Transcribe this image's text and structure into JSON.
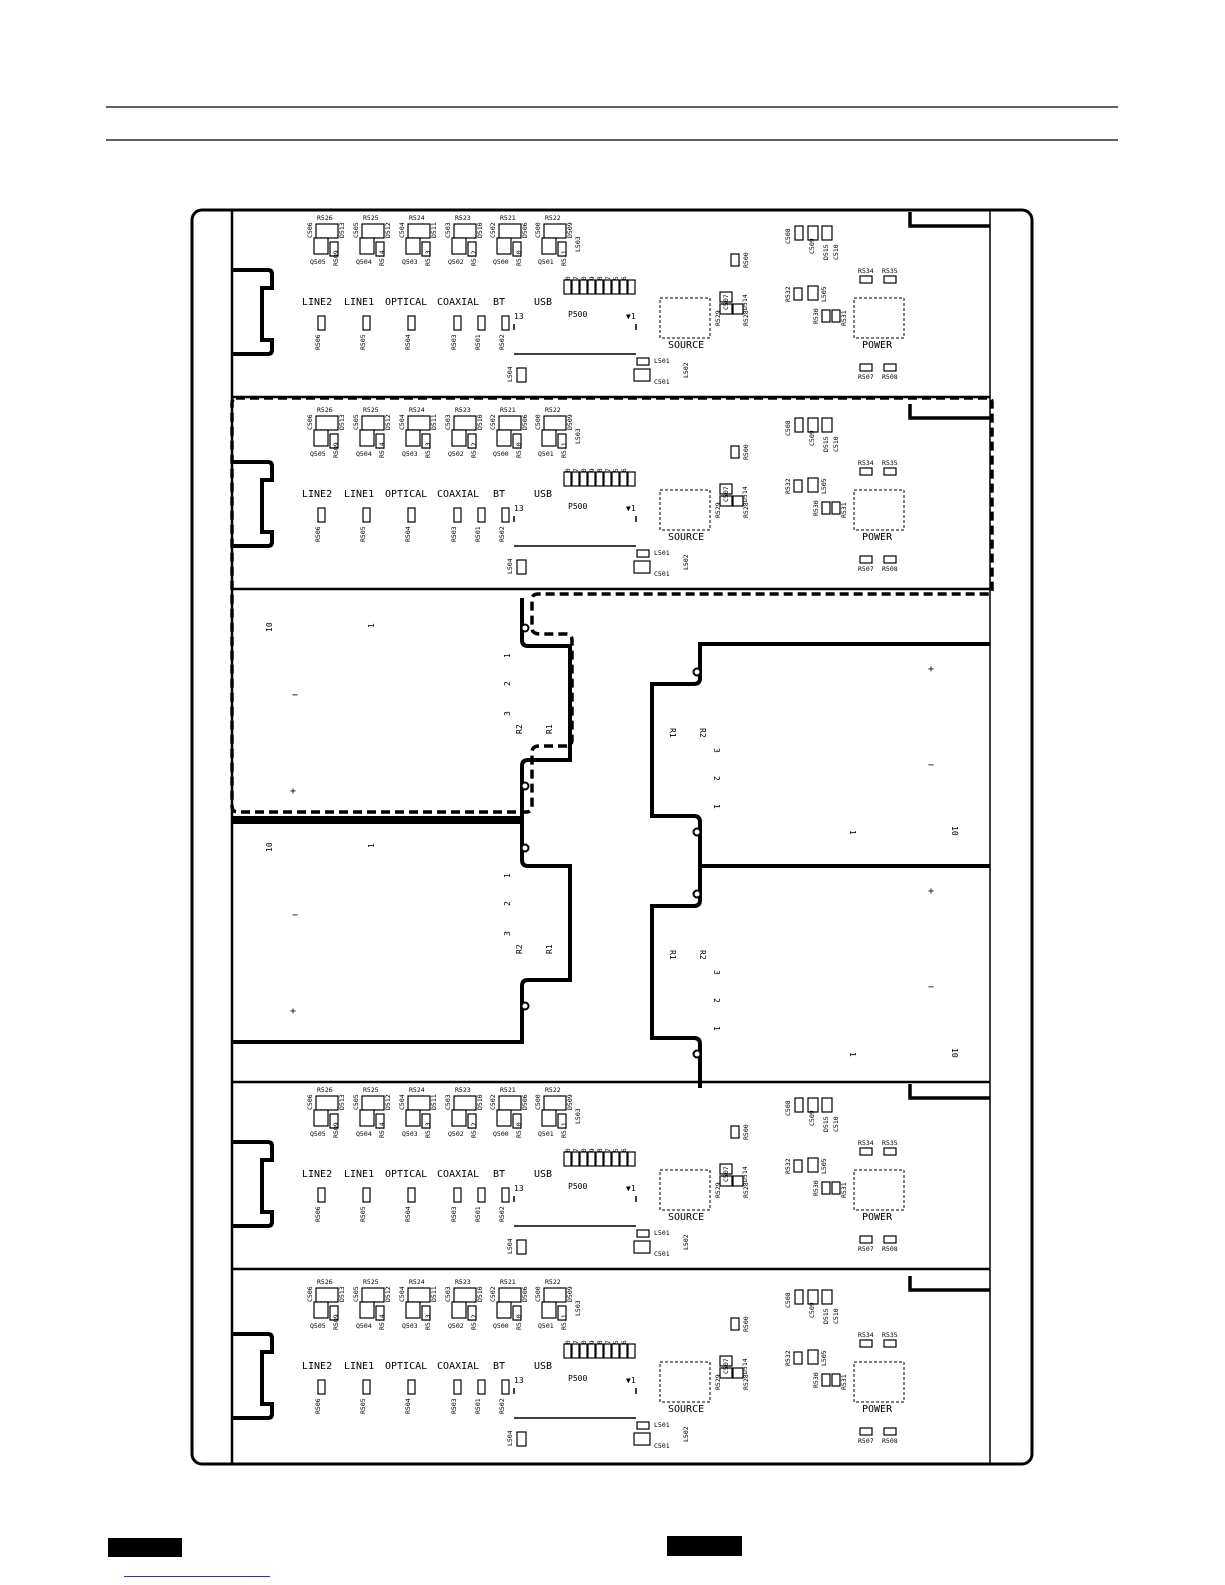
{
  "board": {
    "section_labels": [
      "LINE2",
      "LINE1",
      "OPTICAL",
      "COAXIAL",
      "BT",
      "USB"
    ],
    "connector_label": "P500",
    "connector_pin_left": "13",
    "connector_pin_right": "▼1",
    "source_label": "SOURCE",
    "power_label": "POWER",
    "transistors": [
      "Q505",
      "Q504",
      "Q503",
      "Q502",
      "Q500",
      "Q501"
    ],
    "top_resistors": [
      "R526",
      "R525",
      "R524",
      "R523",
      "R521",
      "R522"
    ],
    "caps_top": [
      "C506",
      "C505",
      "C504",
      "C503",
      "C502",
      "C500"
    ],
    "diodes_top": [
      "D513",
      "D512",
      "D511",
      "D510",
      "D506",
      "D509"
    ],
    "lower_resistors": [
      "R509",
      "R514",
      "R513",
      "R512",
      "R510",
      "R511"
    ],
    "bottom_resistors": [
      "R506",
      "R505",
      "R504",
      "R503",
      "R501",
      "R502"
    ],
    "res_column": [
      "L500",
      "R527",
      "R520",
      "R519",
      "R518",
      "R517",
      "R515",
      "R516"
    ],
    "misc": {
      "l503": "L503",
      "r500": "R500",
      "c508": "C508",
      "c509": "C509",
      "d515": "D515",
      "c510": "C510",
      "r534": "R534",
      "r535": "R535",
      "r532": "R532",
      "l505": "L505",
      "r530": "R530",
      "r531": "R531",
      "r529": "R529",
      "c507": "C507",
      "r528": "R528",
      "d514": "D514",
      "l504": "L504",
      "l501": "L501",
      "c501": "C501",
      "l502": "L502",
      "r507": "R507",
      "r508": "R508"
    }
  },
  "speaker": {
    "pin10": "10",
    "pin1": "1",
    "plus": "+",
    "minus": "−",
    "n1": "1",
    "n2": "2",
    "n3": "3",
    "r2": "R2",
    "r1": "R1"
  }
}
